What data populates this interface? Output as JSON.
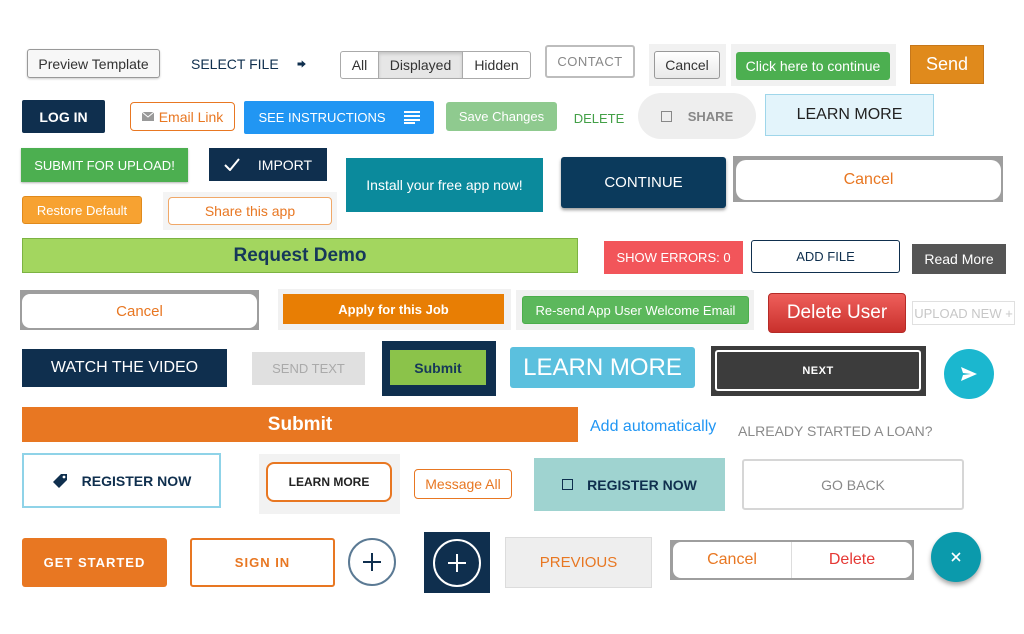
{
  "buttons": {
    "preview_template": "Preview Template",
    "select_file": "SELECT FILE",
    "filter_all": "All",
    "filter_displayed": "Displayed",
    "filter_hidden": "Hidden",
    "contact": "CONTACT",
    "cancel_gray": "Cancel",
    "click_continue": "Click here to continue",
    "send": "Send",
    "log_in": "LOG IN",
    "email_link": "Email Link",
    "see_instructions": "SEE INSTRUCTIONS",
    "save_changes": "Save Changes",
    "delete_green": "DELETE",
    "share": "SHARE",
    "learn_more_light": "LEARN MORE",
    "submit_upload": "SUBMIT FOR UPLOAD!",
    "import": "IMPORT",
    "install_app": "Install your free app now!",
    "continue": "CONTINUE",
    "cancel_orange_pill": "Cancel",
    "restore_default": "Restore Default",
    "share_app": "Share this app",
    "request_demo": "Request Demo",
    "show_errors": "SHOW ERRORS: 0",
    "add_file": "ADD FILE",
    "read_more": "Read More",
    "cancel_orange_pill2": "Cancel",
    "apply_job": "Apply for this Job",
    "resend_email": "Re-send App User Welcome Email",
    "delete_user": "Delete User",
    "upload_new": "UPLOAD NEW +",
    "watch_video": "WATCH THE VIDEO",
    "send_text": "SEND TEXT",
    "submit_green": "Submit",
    "learn_more_big": "LEARN MORE",
    "next": "NEXT",
    "submit_orange": "Submit",
    "add_automatically": "Add automatically",
    "already_started": "ALREADY STARTED A LOAN?",
    "register_now_1": "REGISTER NOW",
    "learn_more_round": "LEARN MORE",
    "message_all": "Message All",
    "register_now_2": "REGISTER NOW",
    "go_back": "GO BACK",
    "get_started": "GET STARTED",
    "sign_in": "SIGN IN",
    "previous": "PREVIOUS",
    "cancel_split": "Cancel",
    "delete_split": "Delete"
  },
  "icons": {
    "arrow": "arrow-right-icon",
    "envelope": "envelope-icon",
    "list": "list-icon",
    "checkbox": "checkbox-icon",
    "check": "check-icon",
    "tag": "tag-icon",
    "plus": "plus-icon",
    "send": "send-icon",
    "close": "close-icon"
  },
  "colors": {
    "navy": "#0f2f4e",
    "orange": "#e87722",
    "green": "#43a047",
    "teal": "#0b8a9c",
    "red": "#e53935",
    "cyan": "#1bb7cf",
    "blue": "#2196f3",
    "lime": "#8bc34a"
  }
}
